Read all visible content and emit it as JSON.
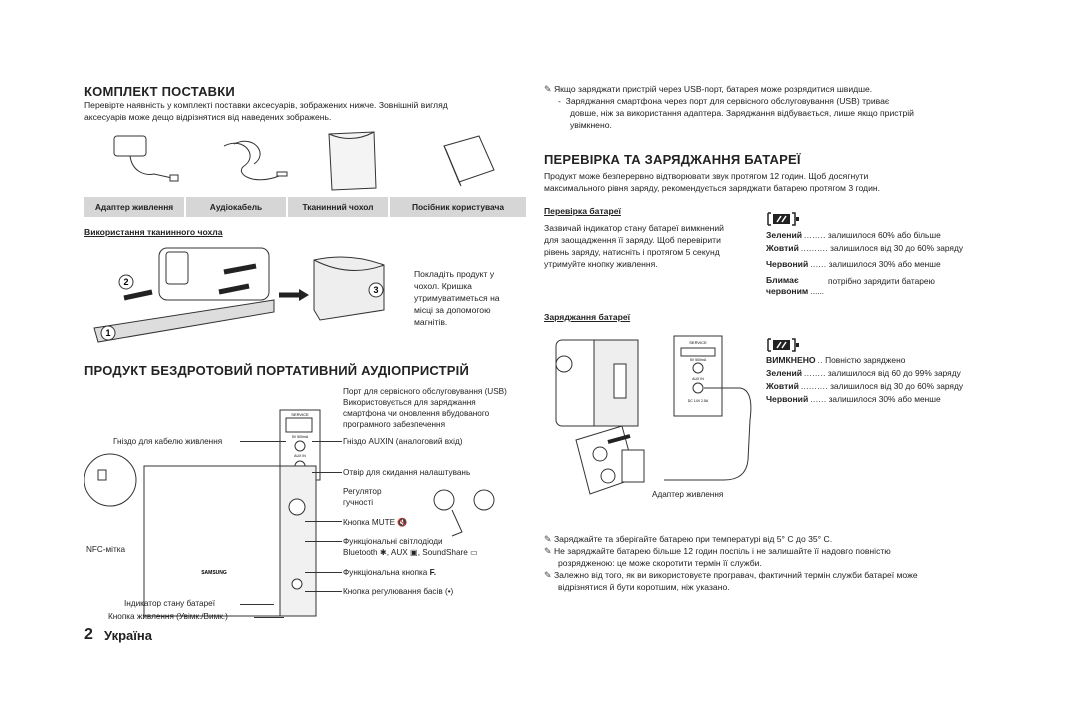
{
  "left": {
    "kit_title": "КОМПЛЕКТ ПОСТАВКИ",
    "kit_desc_1": "Перевірте наявність у комплекті поставки аксесуарів, зображених нижче. Зовнішній вигляд",
    "kit_desc_2": "аксесуарів може дещо відрізнятися від наведених зображень.",
    "accessories": [
      "Адаптер живлення",
      "Аудіокабель",
      "Тканинний чохол",
      "Посібник користувача"
    ],
    "cover_usage_title": "Використання тканинного чохла",
    "cover_steps": [
      "1",
      "2",
      "3"
    ],
    "cover_note": [
      "Покладіть продукт у",
      "чохол. Кришка",
      "утримуватиметься на",
      "місці за допомогою",
      "магнітів."
    ],
    "product_title": "ПРОДУКТ БЕЗДРОТОВИЙ ПОРТАТИВНИЙ АУДІОПРИСТРІЙ",
    "labels": {
      "service_port": [
        "Порт для сервісного обслуговування (USB)",
        "Використовується для заряджання",
        "смартфона чи оновлення вбудованого",
        "програмного забезпечення"
      ],
      "power_jack": "Гніздо для кабелю живлення",
      "auxin": "Гніздо AUXIN (аналоговий вхід)",
      "reset": "Отвір для скидання налаштувань",
      "volume": [
        "Регулятор",
        "гучності"
      ],
      "mute": "Кнопка MUTE",
      "leds": [
        "Функціональні світлодіоди",
        "Bluetooth",
        ", AUX",
        ", SoundShare"
      ],
      "func": "Функціональна кнопка",
      "func_symbol": "F.",
      "nfc": "NFC-мітка",
      "bass": "Кнопка регулювання басів",
      "battery_ind": "Індикатор стану батареї",
      "power_btn": "Кнопка живлення (Увімк./Вимк.)"
    },
    "device_texts": {
      "service": "SERVICE",
      "usb_spec": "5V 500mA",
      "aux": "AUX IN",
      "dc": "DC 14V 2.5A",
      "brand": "SAMSUNG"
    },
    "page_number": "2",
    "page_label": "Україна"
  },
  "right": {
    "top_note": "Якщо заряджати пристрій через USB-порт, батарея може розрядитися швидше.",
    "top_sub": [
      "Заряджання смартфона через порт для сервісного обслуговування (USB) триває",
      "довше, ніж за використання адаптера. Заряджання відбувається, лише якщо пристрій",
      "увімкнено."
    ],
    "battery_title": "ПЕРЕВІРКА ТА ЗАРЯДЖАННЯ БАТАРЕЇ",
    "battery_desc": [
      "Продукт може безперервно відтворювати звук протягом 12 годин. Щоб досягнути",
      "максимального рівня заряду, рекомендується заряджати батарею протягом 3 годин."
    ],
    "check_title": "Перевірка батареї",
    "check_desc": [
      "Зазвичай індикатор стану батареї вимкнений",
      "для заощадження її заряду. Щоб перевірити",
      "рівень заряду, натисніть і протягом 5 секунд",
      "утримуйте кнопку живлення."
    ],
    "check_legend": [
      {
        "k": "Зелений",
        "d": "........",
        "v": "залишилося 60% або більше"
      },
      {
        "k": "Жовтий",
        "d": "..........",
        "v": "залишилося від 30 до 60% заряду"
      },
      {
        "k": "Червоний",
        "d": "......",
        "v": "залишилося 30% або менше"
      }
    ],
    "blink_k1": "Блимає",
    "blink_k2": "червоним",
    "blink_d": "......",
    "blink_v": "потрібно зарядити батарею",
    "charge_title": "Заряджання батареї",
    "charge_legend": [
      {
        "k": "ВИМКНЕНО",
        "d": "..",
        "v": "Повністю заряджено"
      },
      {
        "k": "Зелений",
        "d": "........",
        "v": "залишилося від 60 до 99% заряду"
      },
      {
        "k": "Жовтий",
        "d": "..........",
        "v": "залишилося від 30 до 60% заряду"
      },
      {
        "k": "Червоний",
        "d": "......",
        "v": "залишилося 30% або менше"
      }
    ],
    "adapter_label": "Адаптер живлення",
    "charge_device_texts": {
      "service": "SERVICE",
      "usb_spec": "5V 500mA",
      "aux": "AUX IN",
      "dc": "DC 14V 2.5A"
    },
    "bottom_notes": [
      "Заряджайте та зберігайте батарею при температурі від 5° C до 35° C.",
      "Не заряджайте батарею більше 12 годин поспіль і не залишайте її надовго повністю",
      "розрядженою: це може скоротити термін її служби.",
      "Залежно від того, як ви використовуєте програвач, фактичний термін служби батареї може",
      "відрізнятися й бути коротшим, ніж указано."
    ]
  }
}
